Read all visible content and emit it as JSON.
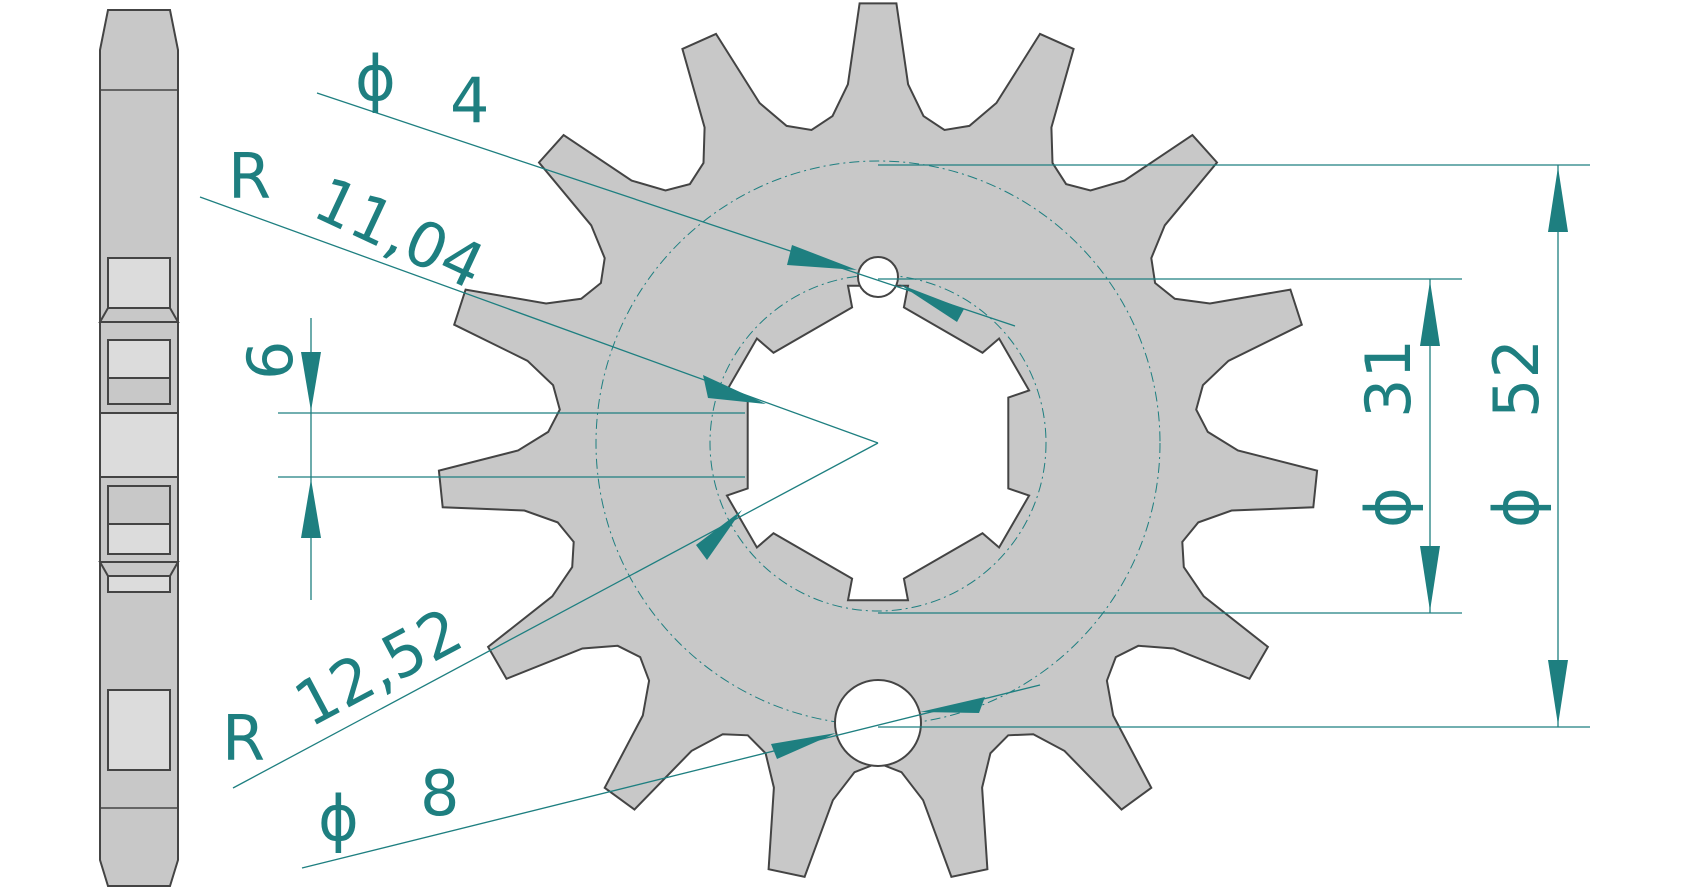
{
  "drawing": {
    "type": "sprocket-technical-drawing",
    "teeth": 15,
    "colors": {
      "dimension": "#1e7f80",
      "part": "#c8c8c8",
      "outline": "#444444"
    }
  },
  "labels": {
    "small_hole": {
      "symbol": "ϕ",
      "value": "4"
    },
    "inner_radius": {
      "prefix": "R",
      "value": "11,04"
    },
    "outer_radius": {
      "prefix": "R",
      "value": "12,52"
    },
    "slot_width": {
      "value": "6"
    },
    "bolt_circle": {
      "symbol": "ϕ",
      "value": "31"
    },
    "large_circle": {
      "symbol": "ϕ",
      "value": "52"
    },
    "large_hole": {
      "symbol": "ϕ",
      "value": "8"
    }
  }
}
